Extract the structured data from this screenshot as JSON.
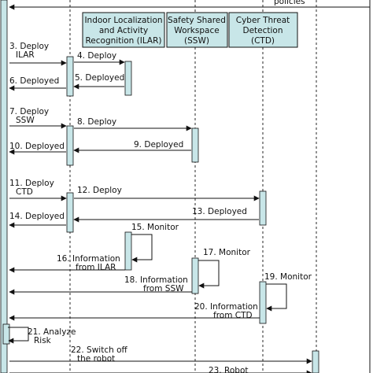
{
  "top_message": {
    "label": "policies"
  },
  "participants": [
    {
      "id": "ilar",
      "lines": [
        "Indoor Localization",
        "and Activity",
        "Recognition (ILAR)"
      ]
    },
    {
      "id": "ssw",
      "lines": [
        "Safety Shared",
        "Workspace",
        "(SSW)"
      ]
    },
    {
      "id": "ctd",
      "lines": [
        "Cyber Threat",
        "Detection",
        "(CTD)"
      ]
    }
  ],
  "messages": [
    {
      "id": "m3",
      "lines": [
        "3. Deploy",
        "ILAR"
      ]
    },
    {
      "id": "m4",
      "lines": [
        "4. Deploy"
      ]
    },
    {
      "id": "m5",
      "lines": [
        "5. Deployed"
      ]
    },
    {
      "id": "m6",
      "lines": [
        "6. Deployed"
      ]
    },
    {
      "id": "m7",
      "lines": [
        "7. Deploy",
        "SSW"
      ]
    },
    {
      "id": "m8",
      "lines": [
        "8. Deploy"
      ]
    },
    {
      "id": "m9",
      "lines": [
        "9. Deployed"
      ]
    },
    {
      "id": "m10",
      "lines": [
        "10. Deployed"
      ]
    },
    {
      "id": "m11",
      "lines": [
        "11. Deploy",
        "CTD"
      ]
    },
    {
      "id": "m12",
      "lines": [
        "12. Deploy"
      ]
    },
    {
      "id": "m13",
      "lines": [
        "13. Deployed"
      ]
    },
    {
      "id": "m14",
      "lines": [
        "14. Deployed"
      ]
    },
    {
      "id": "m15",
      "lines": [
        "15. Monitor"
      ]
    },
    {
      "id": "m16",
      "lines": [
        "16. Information",
        "from ILAR"
      ]
    },
    {
      "id": "m17",
      "lines": [
        "17. Monitor"
      ]
    },
    {
      "id": "m18",
      "lines": [
        "18. Information",
        "from SSW"
      ]
    },
    {
      "id": "m19",
      "lines": [
        "19. Monitor"
      ]
    },
    {
      "id": "m20",
      "lines": [
        "20. Information",
        "from CTD"
      ]
    },
    {
      "id": "m21",
      "lines": [
        "21. Analyze",
        "Risk"
      ]
    },
    {
      "id": "m22",
      "lines": [
        "22. Switch off",
        "the robot"
      ]
    },
    {
      "id": "m23",
      "lines": [
        "23. Robot"
      ]
    }
  ],
  "colors": {
    "header_fill": "#c8e6e8",
    "activation_fill": "#c8e6e8",
    "line": "#111111"
  }
}
